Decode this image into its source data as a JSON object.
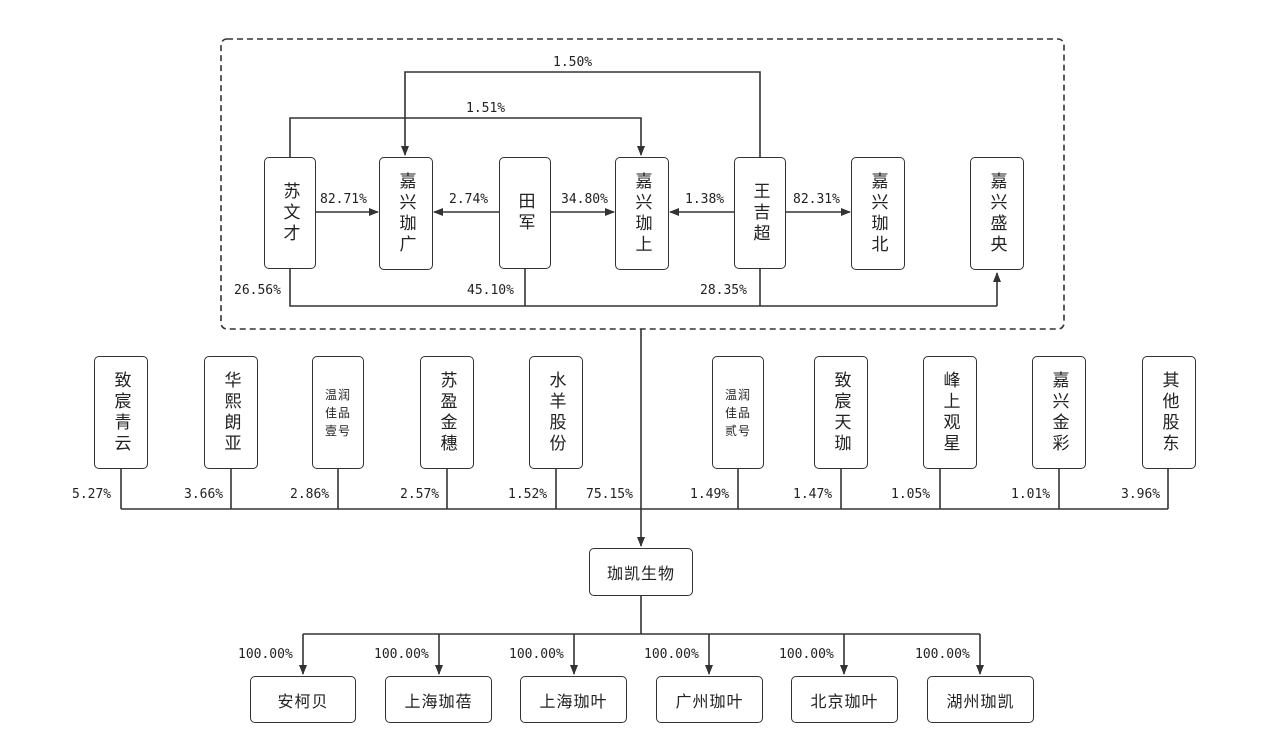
{
  "top_group": {
    "nodes": {
      "su_wencai": "苏文才",
      "jiaxing_jiaguang": "嘉兴珈广",
      "tian_jun": "田军",
      "jiaxing_jiashang": "嘉兴珈上",
      "wang_jichao": "王吉超",
      "jiaxing_jiabei": "嘉兴珈北",
      "jiaxing_shengyang": "嘉兴盛央"
    },
    "edges": {
      "wang_to_jiaguang": "1.50%",
      "su_to_jiashang": "1.51%",
      "su_to_jiaguang": "82.71%",
      "tian_to_jiaguang": "2.74%",
      "tian_to_jiashang": "34.80%",
      "wang_to_jiashang": "1.38%",
      "wang_to_jiabei": "82.31%",
      "su_to_shengyang": "26.56%",
      "tian_to_shengyang": "45.10%",
      "wang_to_shengyang": "28.35%"
    },
    "group_to_company": "75.15%"
  },
  "shareholders": [
    {
      "name": "致宸青云",
      "pct": "5.27%"
    },
    {
      "name": "华熙朗亚",
      "pct": "3.66%"
    },
    {
      "name": "温润佳品壹号",
      "pct": "2.86%"
    },
    {
      "name": "苏盈金穗",
      "pct": "2.57%"
    },
    {
      "name": "水羊股份",
      "pct": "1.52%"
    },
    {
      "name": "温润佳品贰号",
      "pct": "1.49%"
    },
    {
      "name": "致宸天珈",
      "pct": "1.47%"
    },
    {
      "name": "峰上观星",
      "pct": "1.05%"
    },
    {
      "name": "嘉兴金彩",
      "pct": "1.01%"
    },
    {
      "name": "其他股东",
      "pct": "3.96%"
    }
  ],
  "company": "珈凯生物",
  "subsidiaries": [
    {
      "name": "安柯贝",
      "pct": "100.00%"
    },
    {
      "name": "上海珈蓓",
      "pct": "100.00%"
    },
    {
      "name": "上海珈叶",
      "pct": "100.00%"
    },
    {
      "name": "广州珈叶",
      "pct": "100.00%"
    },
    {
      "name": "北京珈叶",
      "pct": "100.00%"
    },
    {
      "name": "湖州珈凯",
      "pct": "100.00%"
    }
  ],
  "colors": {
    "line": "#333333",
    "box_border": "#333333",
    "text": "#222222"
  }
}
